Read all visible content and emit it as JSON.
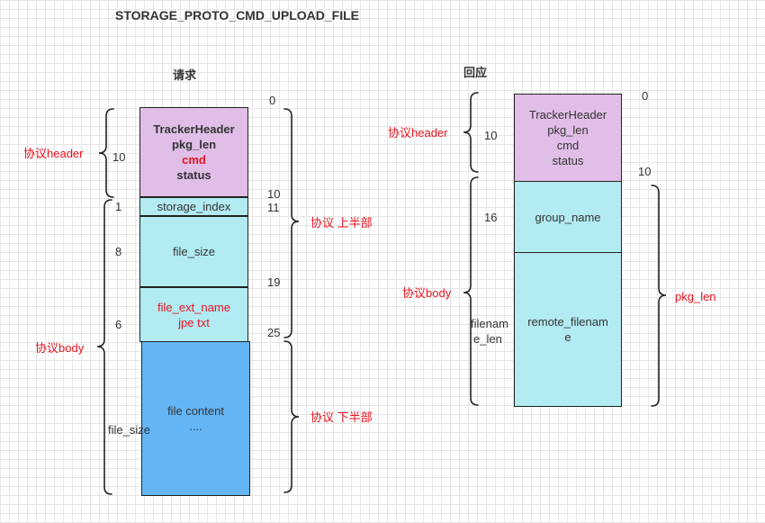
{
  "title": "STORAGE_PROTO_CMD_UPLOAD_FILE",
  "request": {
    "heading": "请求",
    "header_label": "协议header",
    "body_label": "协议body",
    "upper_label": "协议 上半部",
    "lower_label": "协议 下半部",
    "header_box": [
      "TrackerHeader",
      "pkg_len",
      "cmd",
      "status"
    ],
    "storage_index": "storage_index",
    "file_size_box": "file_size",
    "file_ext_box": [
      "file_ext_name",
      "jpe txt"
    ],
    "content_box": [
      "file content",
      "...."
    ],
    "sizes": {
      "header": "10",
      "storage_index": "1",
      "file_size": "8",
      "file_ext": "6",
      "content": "file_size"
    },
    "offsets": [
      "0",
      "10",
      "11",
      "19",
      "25"
    ]
  },
  "response": {
    "heading": "回应",
    "header_label": "协议header",
    "body_label": "协议body",
    "pkg_len_label": "pkg_len",
    "header_box": [
      "TrackerHeader",
      "pkg_len",
      "cmd",
      "status"
    ],
    "group_name_box": "group_name",
    "remote_filename_box": [
      "remote_filenam",
      "e"
    ],
    "sizes": {
      "header": "10",
      "group_name": "16",
      "remote_filename": [
        "filenam",
        "e_len"
      ]
    },
    "offsets": [
      "0",
      "10"
    ]
  }
}
